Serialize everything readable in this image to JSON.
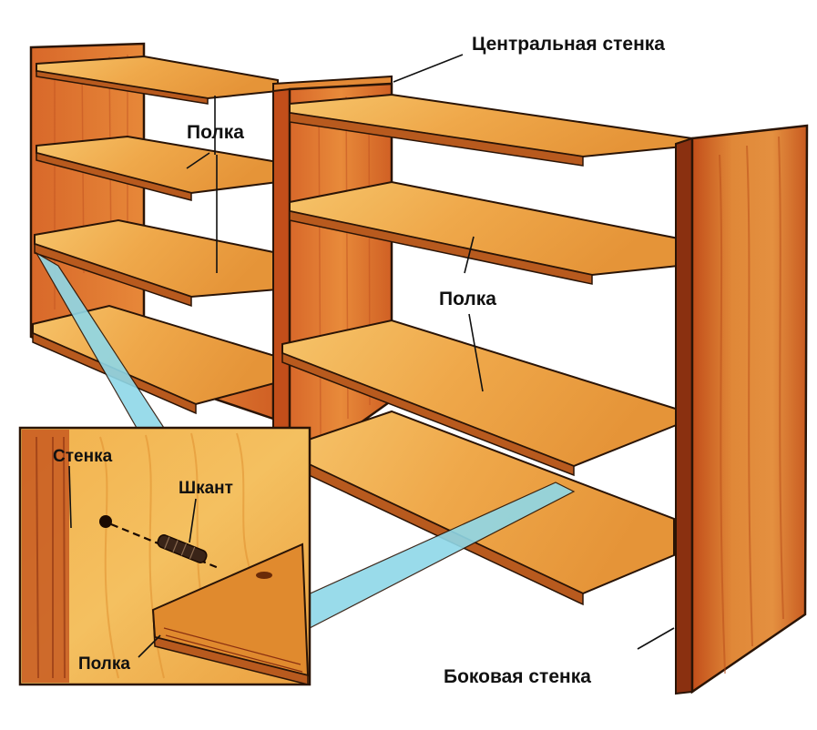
{
  "labels": {
    "central_wall": "Центральная стенка",
    "shelf_left": "Полка",
    "shelf_right": "Полка",
    "side_wall": "Боковая стенка",
    "inset_wall": "Стенка",
    "inset_dowel": "Шкант",
    "inset_shelf": "Полка"
  },
  "colors": {
    "wood_light": "#F0B050",
    "wood_mid": "#E08A2E",
    "wood_dark": "#C24E1A",
    "wood_edge": "#8A3010",
    "outline": "#2A1406",
    "beam": "#8FD8E8"
  }
}
